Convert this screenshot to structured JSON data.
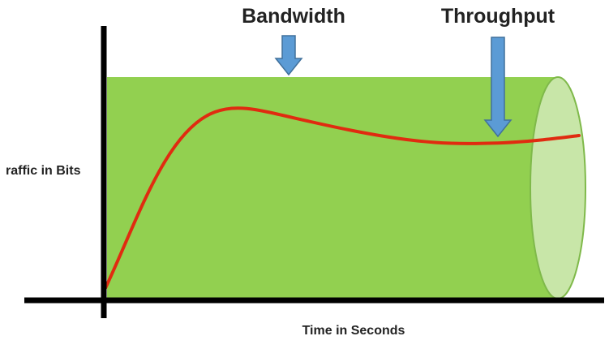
{
  "labels": {
    "bandwidth": "Bandwidth",
    "throughput": "Throughput",
    "y_axis": "raffic in Bits",
    "x_axis": "Time in Seconds"
  },
  "colors": {
    "background": "#ffffff",
    "pipe_fill": "#92d050",
    "pipe_end": "#c8e6a8",
    "pipe_end_stroke": "#7fb94a",
    "throughput_curve": "#e02b10",
    "arrow_fill": "#5b9bd5",
    "arrow_stroke": "#41719c",
    "axis": "#000000",
    "text": "#222222"
  }
}
